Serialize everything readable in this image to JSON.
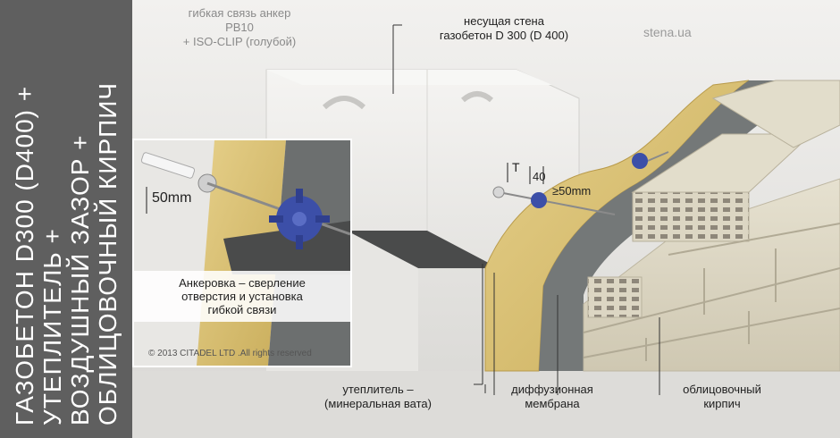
{
  "side_title": {
    "lines": [
      "ГАЗОБЕТОН D300 (D400) +",
      "УТЕПЛИТЕЛЬ +",
      "ВОЗДУШНЫЙ ЗАЗОР +",
      "ОБЛИЦОВОЧНЫЙ КИРПИЧ"
    ]
  },
  "top_captions": {
    "anchor": [
      "гибкая связь анкер",
      "PB10",
      "+ ISO-CLIP (голубой)"
    ],
    "bearing_wall": [
      "несущая стена",
      "газобетон D 300 (D 400)"
    ]
  },
  "watermark": "stena.ua",
  "inset": {
    "dimension": "50mm",
    "caption": [
      "Анкеровка – сверление",
      "отверстия и установка",
      "гибкой связи"
    ],
    "copyright": "© 2013 CITADEL LTD .All rights reserved"
  },
  "dimensions": {
    "t": "T",
    "forty": "40",
    "fifty": "≥50mm"
  },
  "bottom_callouts": {
    "insulation": [
      "утеплитель –",
      "(минеральная вата)"
    ],
    "membrane": [
      "диффузионная",
      "мембрана"
    ],
    "facing_brick": [
      "облицовочный",
      "кирпич"
    ]
  },
  "colors": {
    "band": "#5f5f5f",
    "aerated_concrete": "#ebeae7",
    "mineral_wool": "#d9c277",
    "membrane": "#6f7373",
    "brick": "#dcd6c3",
    "anchor_clip": "#3c4fa8"
  }
}
